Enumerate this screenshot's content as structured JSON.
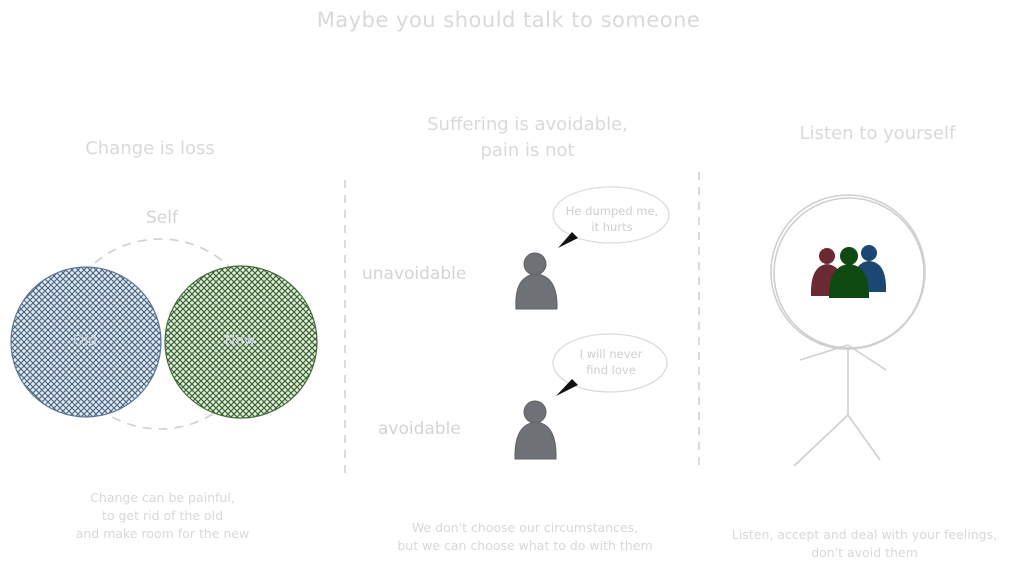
{
  "title": "Maybe you should talk to someone",
  "sections": [
    {
      "heading": "Change is loss",
      "self_label": "Self",
      "old_label": "Old",
      "new_label": "New",
      "caption_lines": [
        "Change can be painful,",
        "to get rid of the old",
        "and make room for the new"
      ]
    },
    {
      "heading_lines": [
        "Suffering is avoidable,",
        "pain is not"
      ],
      "unavoidable_label": "unavoidable",
      "avoidable_label": "avoidable",
      "bubble_top_lines": [
        "He dumped me,",
        "it hurts"
      ],
      "bubble_bottom_lines": [
        "I will never",
        "find love"
      ],
      "caption_lines": [
        "We don't choose our circumstances,",
        "but we can choose what to do with them"
      ]
    },
    {
      "heading": "Listen to yourself",
      "caption_lines": [
        "Listen, accept and deal with your feelings,",
        "don't avoid them"
      ]
    }
  ],
  "colors": {
    "old_circle": "#5a7694",
    "new_circle": "#3f6b35",
    "person": "#6e7176",
    "member_red": "#6b2a33",
    "member_green": "#0e4a12",
    "member_blue": "#1b4872",
    "line": "#d0d0d0"
  }
}
